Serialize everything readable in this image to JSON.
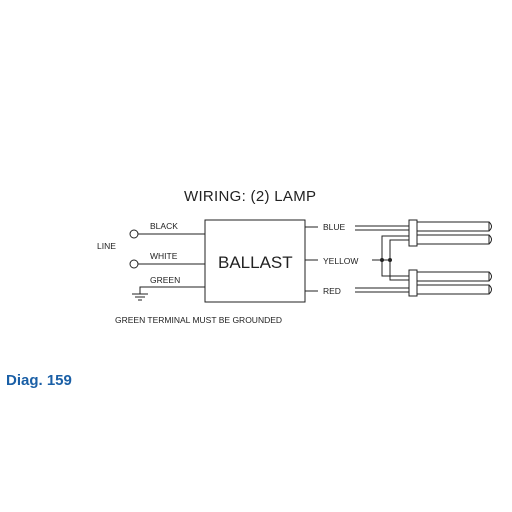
{
  "title": "WIRING: (2) LAMP",
  "component": "BALLAST",
  "line_label": "LINE",
  "input_wires": [
    "BLACK",
    "WHITE",
    "GREEN"
  ],
  "output_wires": [
    "BLUE",
    "YELLOW",
    "RED"
  ],
  "note": "GREEN TERMINAL MUST BE GROUNDED",
  "diagram_label": "Diag. 159"
}
